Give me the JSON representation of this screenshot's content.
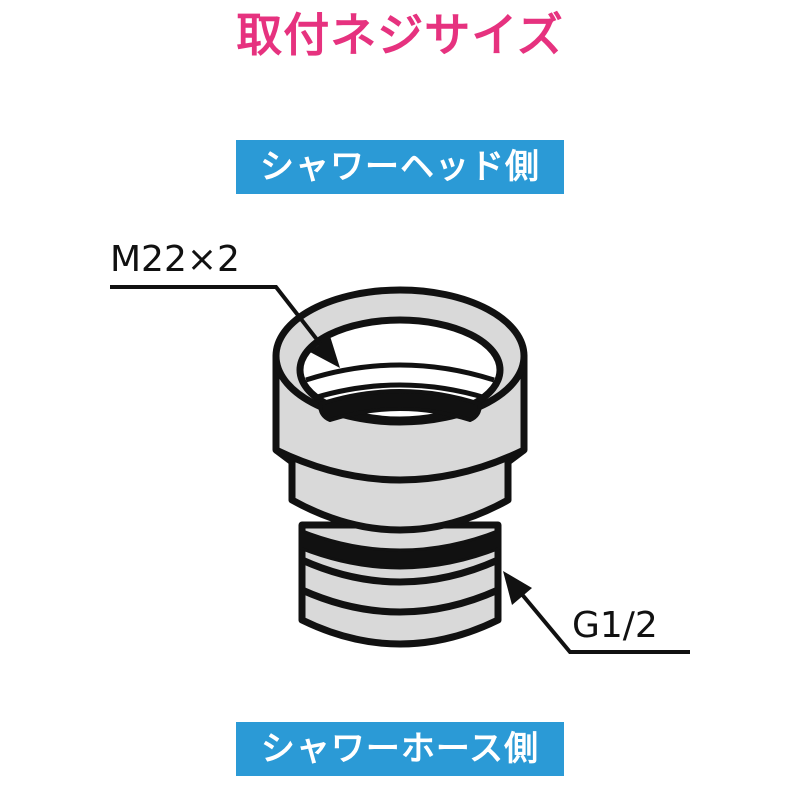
{
  "title": "取付ネジサイズ",
  "top_label": "シャワーヘッド側",
  "bottom_label": "シャワーホース側",
  "thread_top": "M22×2",
  "thread_bottom": "G1/2",
  "colors": {
    "title": "#e6327f",
    "label_bg": "#2b9ad6",
    "label_text": "#ffffff",
    "part_fill": "#d9d9d9",
    "outline": "#111111"
  }
}
